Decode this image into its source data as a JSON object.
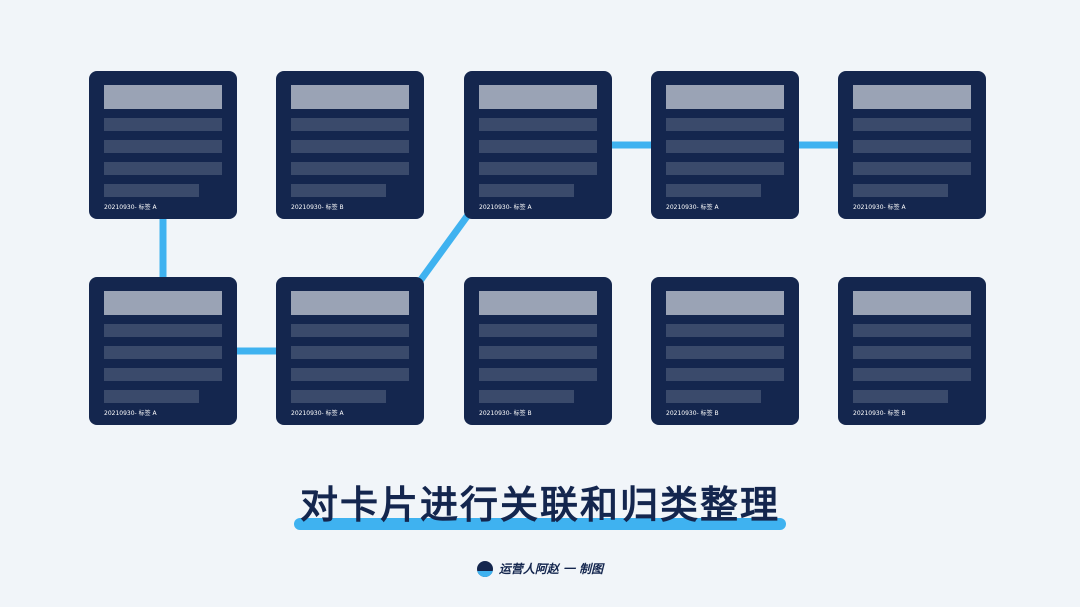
{
  "cards": [
    {
      "id": "r1c1",
      "tag": "20210930- 标签 A"
    },
    {
      "id": "r1c2",
      "tag": "20210930- 标签 B"
    },
    {
      "id": "r1c3",
      "tag": "20210930- 标签 A"
    },
    {
      "id": "r1c4",
      "tag": "20210930- 标签 A"
    },
    {
      "id": "r1c5",
      "tag": "20210930- 标签 A"
    },
    {
      "id": "r2c1",
      "tag": "20210930- 标签 A"
    },
    {
      "id": "r2c2",
      "tag": "20210930- 标签 A"
    },
    {
      "id": "r2c3",
      "tag": "20210930- 标签 B"
    },
    {
      "id": "r2c4",
      "tag": "20210930- 标签 B"
    },
    {
      "id": "r2c5",
      "tag": "20210930- 标签 B"
    }
  ],
  "links": [
    {
      "from": "r1c1",
      "to": "r2c1"
    },
    {
      "from": "r2c1",
      "to": "r2c2"
    },
    {
      "from": "r2c2",
      "to": "r1c3"
    },
    {
      "from": "r1c3",
      "to": "r1c4"
    },
    {
      "from": "r1c4",
      "to": "r1c5"
    }
  ],
  "colors": {
    "card": "#14264e",
    "link": "#3fb2f0",
    "placeholder_head": "#9aa3b5",
    "placeholder_line": "#3a4a6b"
  },
  "title": "对卡片进行关联和归类整理",
  "footer": {
    "logo_icon": "brand-logo-icon",
    "credit": "运营人阿赵 一 制图"
  }
}
